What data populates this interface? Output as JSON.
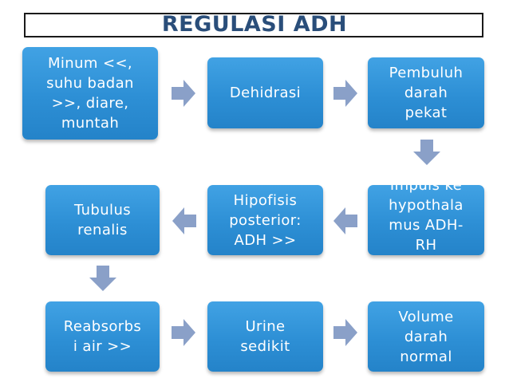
{
  "title": "REGULASI ADH",
  "boxes": {
    "b1": "Minum <<,\nsuhu badan\n>>, diare,\nmuntah",
    "b2": "Dehidrasi",
    "b3": "Pembuluh\ndarah\npekat",
    "b4": "Impuls ke\nhypothala\nmus ADH-\nRH",
    "b5": "Hipofisis\nposterior:\nADH >>",
    "b6": "Tubulus\nrenalis",
    "b7": "Reabsorbs\ni air >>",
    "b8": "Urine\nsedikit",
    "b9": "Volume\ndarah\nnormal"
  },
  "colors": {
    "box": "#2d8fd5",
    "arrow": "#8aa0c8",
    "title": "#2a4e7a"
  }
}
